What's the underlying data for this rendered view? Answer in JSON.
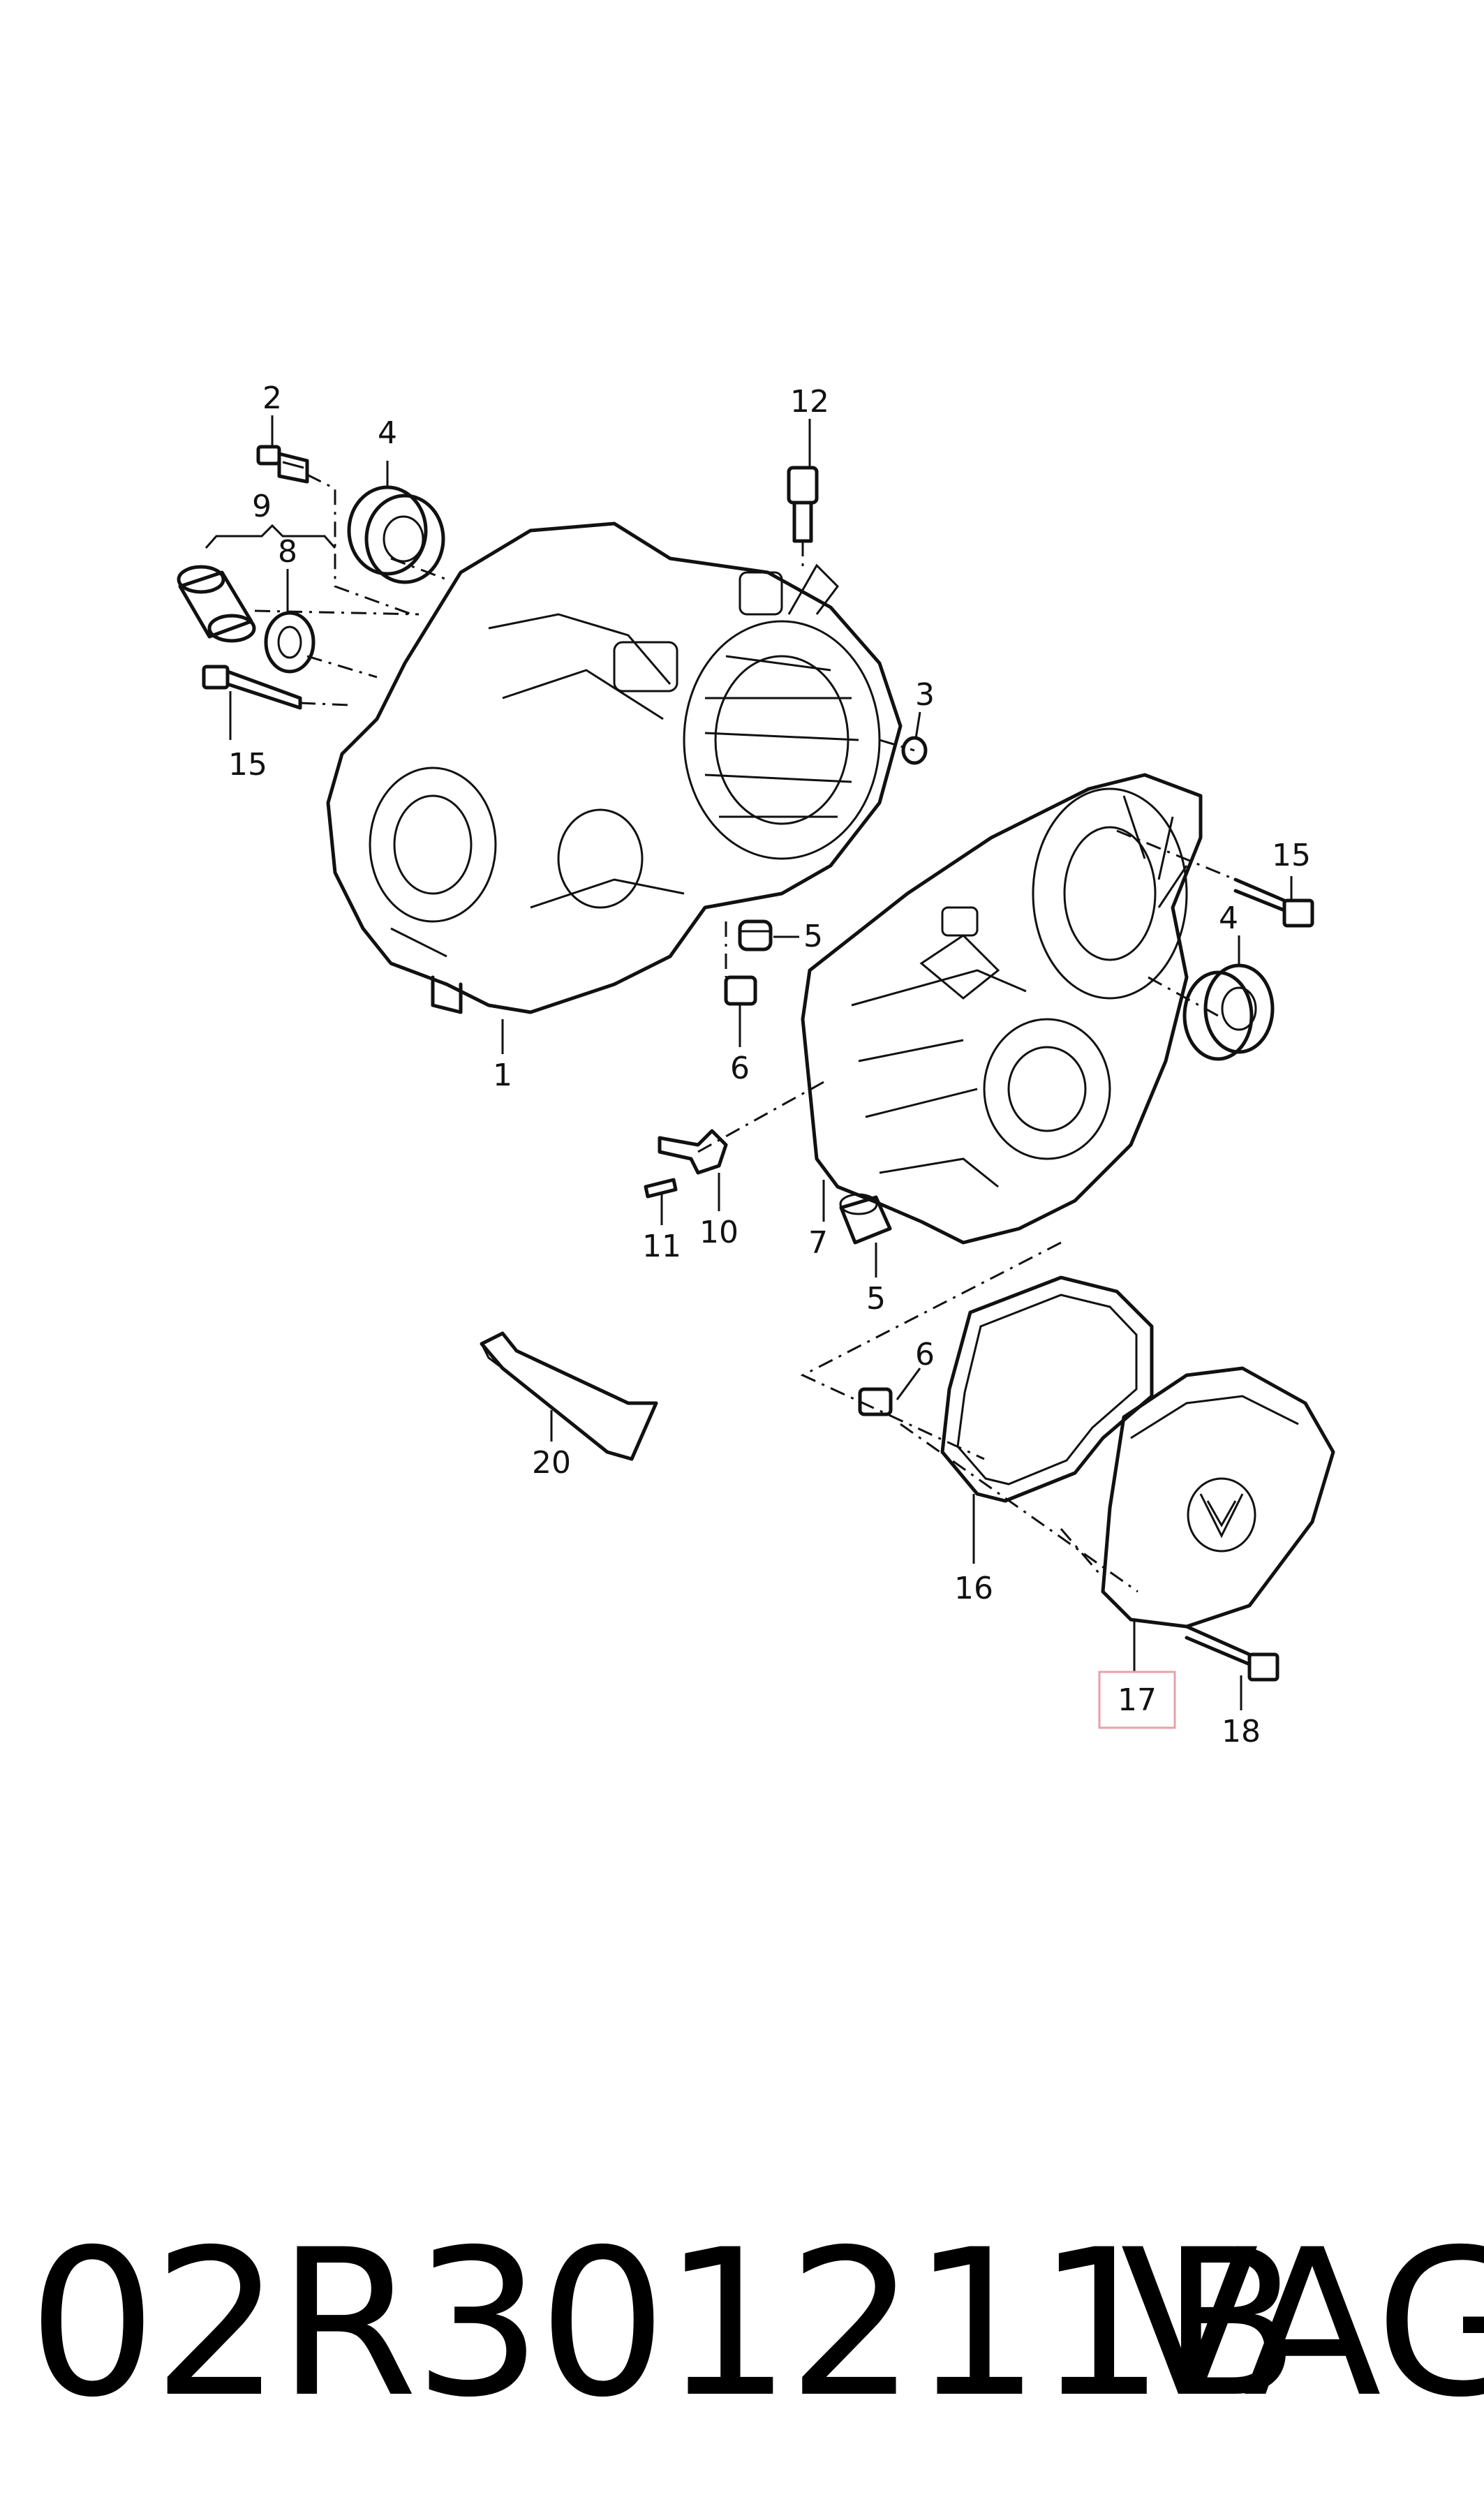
{
  "diagram": {
    "callouts": {
      "c1": "1",
      "c2": "2",
      "c3": "3",
      "c4a": "4",
      "c4b": "4",
      "c5a": "5",
      "c5b": "5",
      "c6a": "6",
      "c6b": "6",
      "c7": "7",
      "c8": "8",
      "c9": "9",
      "c10": "10",
      "c11": "11",
      "c12": "12",
      "c15a": "15",
      "c15b": "15",
      "c16": "16",
      "c17": "17",
      "c18": "18",
      "c20": "20"
    },
    "highlight_color": "#e8a0a8"
  },
  "caption": {
    "part_number": "02R301211B",
    "brand": "VAG"
  }
}
